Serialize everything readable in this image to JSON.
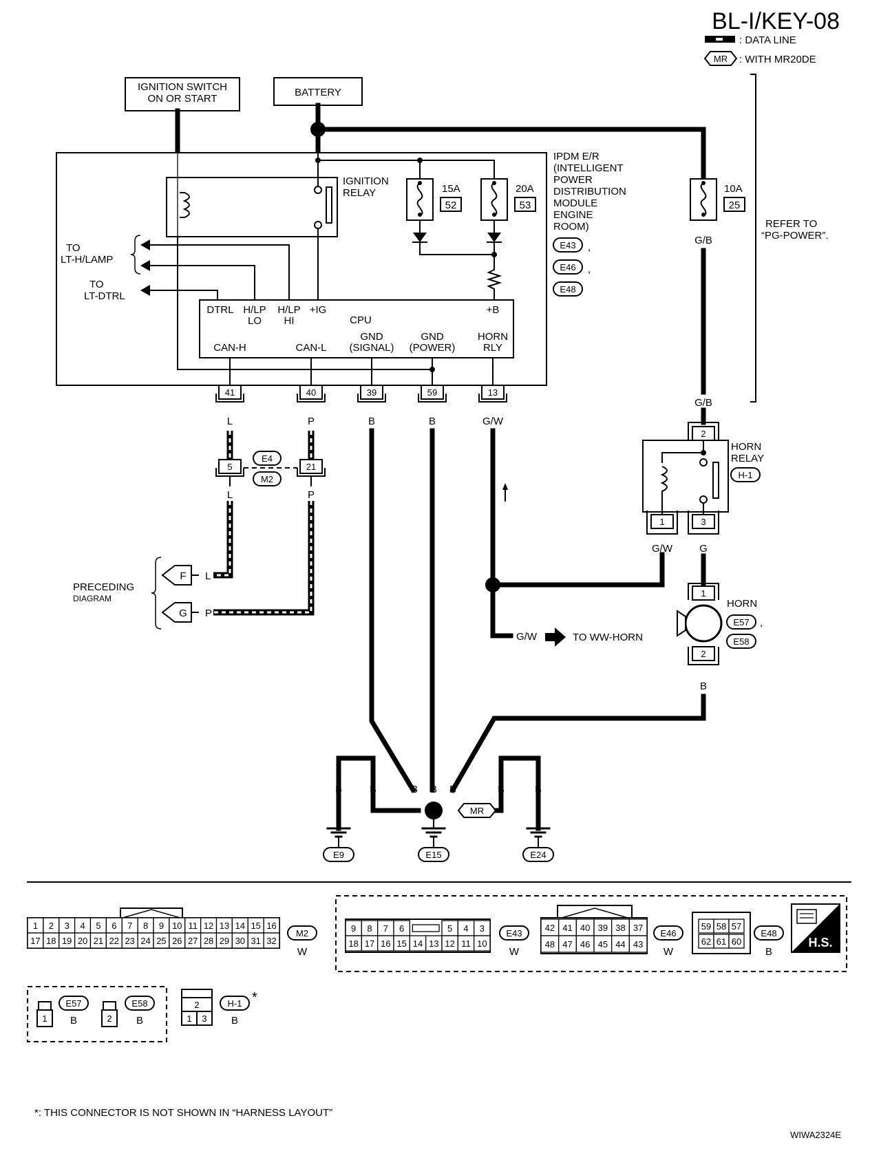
{
  "header": {
    "title": "BL-I/KEY-08",
    "legend_data_line": ": DATA LINE",
    "legend_mr": ": WITH MR20DE",
    "mr_label": "MR"
  },
  "power": {
    "ignition_switch_line1": "IGNITION SWITCH",
    "ignition_switch_line2": "ON OR START",
    "battery": "BATTERY"
  },
  "ipdm": {
    "line1": "IPDM E/R",
    "line2": "(INTELLIGENT",
    "line3": "POWER",
    "line4": "DISTRIBUTION",
    "line5": "MODULE",
    "line6": "ENGINE",
    "line7": "ROOM)",
    "connectors": [
      "E43",
      "E46",
      "E48"
    ],
    "ignition_relay_line1": "IGNITION",
    "ignition_relay_line2": "RELAY",
    "fuse_15a_amp": "15A",
    "fuse_15a_num": "52",
    "fuse_20a_amp": "20A",
    "fuse_20a_num": "53",
    "cpu": "CPU",
    "terms": {
      "dtrl": "DTRL",
      "hlp_lo_1": "H/LP",
      "hlp_lo_2": "LO",
      "hlp_hi_1": "H/LP",
      "hlp_hi_2": "HI",
      "ig": "+IG",
      "b": "+B",
      "can_h": "CAN-H",
      "can_l": "CAN-L",
      "gnd_sig_1": "GND",
      "gnd_sig_2": "(SIGNAL)",
      "gnd_pow_1": "GND",
      "gnd_pow_2": "(POWER)",
      "horn_rly_1": "HORN",
      "horn_rly_2": "RLY"
    },
    "pins": [
      "41",
      "40",
      "39",
      "59",
      "13"
    ]
  },
  "outputs": {
    "to_lt_hlamp_1": "TO",
    "to_lt_hlamp_2": "LT-H/LAMP",
    "to_lt_dtrl_1": "TO",
    "to_lt_dtrl_2": "LT-DTRL"
  },
  "fuse_10a": {
    "amp": "10A",
    "num": "25"
  },
  "refer": {
    "line1": "REFER TO",
    "line2": "“PG-POWER”."
  },
  "wires": {
    "gb_1": "G/B",
    "gb_2": "G/B",
    "l_1": "L",
    "p_1": "P",
    "l_2": "L",
    "p_2": "P",
    "b_39": "B",
    "b_59": "B",
    "gw_13": "G/W",
    "gw_relay": "G/W",
    "g_relay": "G",
    "b_horn": "B",
    "gw_ww": "G/W",
    "f_l": "L",
    "g_p": "P",
    "gnd_b": [
      "B",
      "B",
      "B",
      "B",
      "B",
      "B",
      "B"
    ]
  },
  "joint": {
    "pin_5": "5",
    "pin_21": "21",
    "conn_e4": "E4",
    "conn_m2": "M2"
  },
  "preceding": {
    "line1": "PRECEDING",
    "line2": "DIAGRAM",
    "f": "F",
    "g": "G"
  },
  "horn_relay": {
    "line1": "HORN",
    "line2": "RELAY",
    "conn": "H-1",
    "pin_2": "2",
    "pin_1": "1",
    "pin_3": "3"
  },
  "horn": {
    "label": "HORN",
    "conn1": "E57",
    "conn2": "E58",
    "pin_1": "1",
    "pin_2": "2"
  },
  "to_ww_horn": "TO WW-HORN",
  "grounds": [
    "E9",
    "E15",
    "E24"
  ],
  "connector_views": {
    "m2": {
      "name": "M2",
      "color": "W",
      "top": [
        "1",
        "2",
        "3",
        "4",
        "5",
        "6",
        "7",
        "8",
        "9",
        "10",
        "11",
        "12",
        "13",
        "14",
        "15",
        "16"
      ],
      "bottom": [
        "17",
        "18",
        "19",
        "20",
        "21",
        "22",
        "23",
        "24",
        "25",
        "26",
        "27",
        "28",
        "29",
        "30",
        "31",
        "32"
      ]
    },
    "e43": {
      "name": "E43",
      "color": "W",
      "top_left": [
        "9",
        "8",
        "7",
        "6"
      ],
      "top_right": [
        "5",
        "4",
        "3"
      ],
      "bottom": [
        "18",
        "17",
        "16",
        "15",
        "14",
        "13",
        "12",
        "11",
        "10"
      ]
    },
    "e46": {
      "name": "E46",
      "color": "W",
      "top": [
        "42",
        "41",
        "40",
        "39",
        "38",
        "37"
      ],
      "bottom": [
        "48",
        "47",
        "46",
        "45",
        "44",
        "43"
      ]
    },
    "e48": {
      "name": "E48",
      "color": "B",
      "top": [
        "59",
        "58",
        "57"
      ],
      "bottom": [
        "62",
        "61",
        "60"
      ]
    },
    "hs": "H.S.",
    "e57": {
      "name": "E57",
      "color": "B",
      "pin": "1"
    },
    "e58": {
      "name": "E58",
      "color": "B",
      "pin": "2"
    },
    "h1": {
      "name": "H-1",
      "color": "B",
      "top": "2",
      "bottom": [
        "1",
        "3"
      ],
      "star": "*"
    }
  },
  "footnote": "*: THIS CONNECTOR IS NOT SHOWN IN “HARNESS LAYOUT”",
  "code": "WIWA2324E"
}
